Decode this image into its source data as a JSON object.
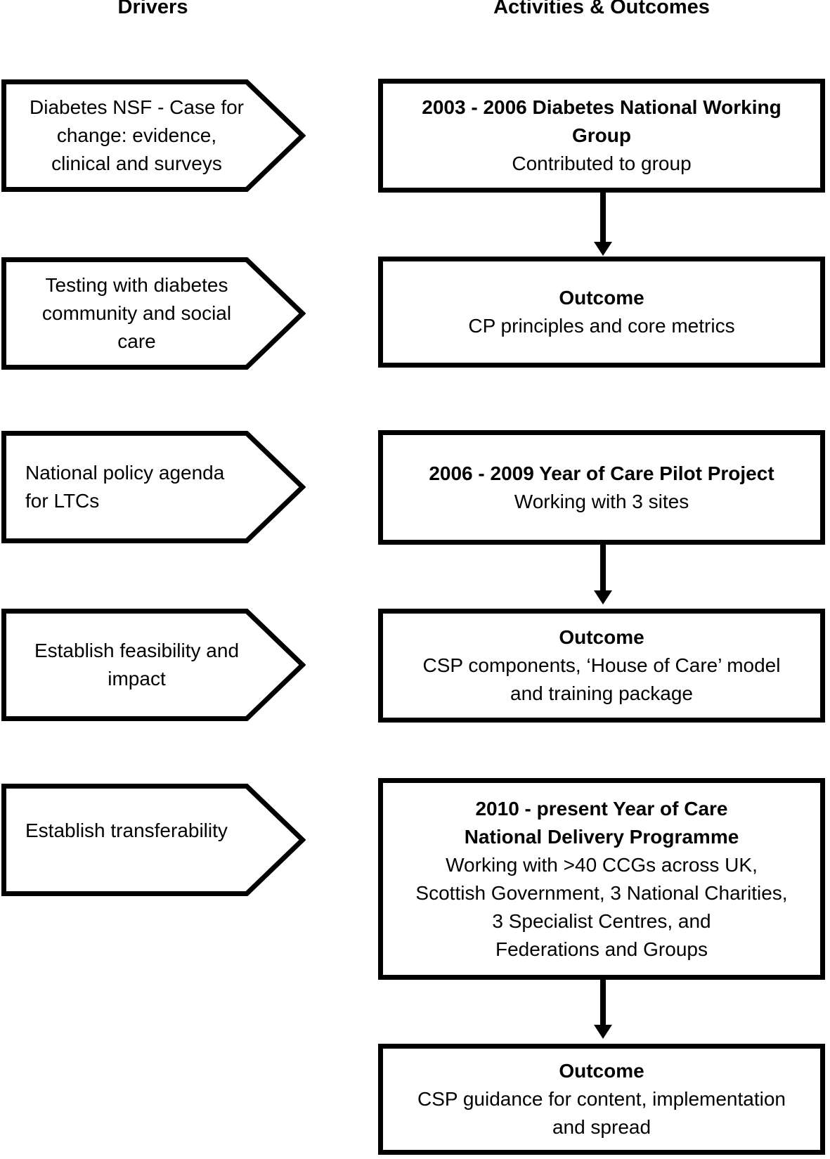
{
  "headers": {
    "drivers": "Drivers",
    "activities": "Activities & Outcomes"
  },
  "drivers": [
    {
      "label": "Diabetes NSF - Case for\nchange: evidence,\nclinical and surveys"
    },
    {
      "label": "Testing with diabetes\ncommunity and social\ncare"
    },
    {
      "label": "National policy agenda\nfor LTCs"
    },
    {
      "label": "Establish feasibility and\nimpact"
    },
    {
      "label": "Establish transferability"
    }
  ],
  "activities": [
    {
      "title": "2003 - 2006 Diabetes National Working\nGroup",
      "body": "Contributed to group"
    },
    {
      "title": "Outcome",
      "body": "CP principles and core metrics"
    },
    {
      "title": "2006 - 2009 Year of Care Pilot Project",
      "body": "Working with 3 sites"
    },
    {
      "title": "Outcome",
      "body": "CSP components, ‘House of Care’ model\nand training package"
    },
    {
      "title": "2010 - present Year of Care\nNational Delivery Programme",
      "body": "Working with >40 CCGs across UK,\nScottish Government, 3 National Charities,\n3 Specialist Centres, and\nFederations and Groups"
    },
    {
      "title": "Outcome",
      "body": "CSP guidance for content, implementation\nand spread"
    }
  ],
  "colors": {
    "ink": "#000000",
    "background": "#ffffff"
  }
}
